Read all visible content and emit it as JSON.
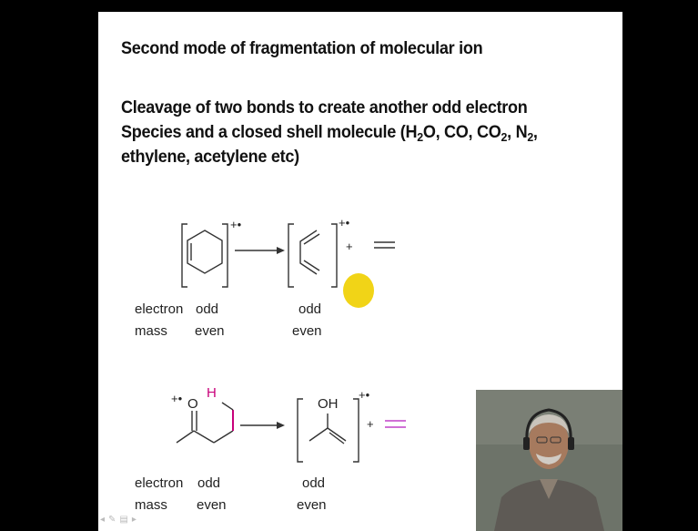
{
  "slide": {
    "title": "Second mode of fragmentation of molecular ion",
    "paragraph": {
      "line1": "Cleavage of two bonds to create another odd electron",
      "line2_prefix": "Species and a closed shell molecule (H",
      "sub_2a": "2",
      "line2_mid1": "O, CO, CO",
      "sub_2b": "2",
      "line2_mid2": ", N",
      "sub_2c": "2",
      "line2_suffix": ",",
      "line3": "ethylene, acetylene etc)"
    },
    "scheme1": {
      "charge_left": "+•",
      "charge_right": "+•",
      "plus": "+",
      "labels": {
        "electron": "electron",
        "mass": "mass",
        "odd_a": "odd",
        "even_a": "even",
        "odd_b": "odd",
        "even_b": "even"
      }
    },
    "scheme2": {
      "charge_o": "+•",
      "o_label": "O",
      "h_label": "H",
      "oh_label": "OH",
      "charge_right": "+•",
      "plus": "+",
      "labels": {
        "electron": "electron",
        "mass": "mass",
        "odd_a": "odd",
        "even_a": "even",
        "odd_b": "odd",
        "even_b": "even"
      }
    },
    "colors": {
      "highlight": "#c8007a",
      "ethylene": "#c040c8",
      "cursor_highlight": "#f1d417"
    }
  },
  "footer": {
    "icons": [
      "back-icon",
      "pen-icon",
      "slides-icon",
      "forward-icon"
    ]
  }
}
